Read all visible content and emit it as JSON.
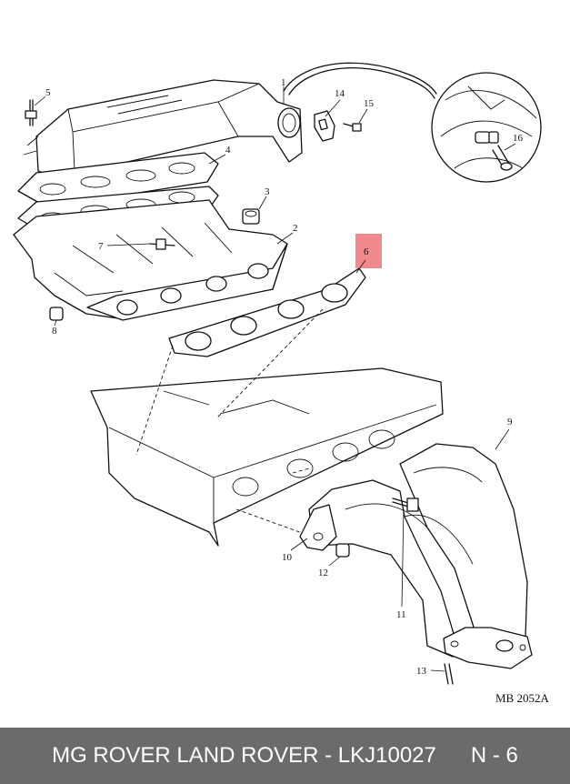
{
  "callouts": [
    {
      "id": "c1",
      "text": "1"
    },
    {
      "id": "c2",
      "text": "2"
    },
    {
      "id": "c3",
      "text": "3"
    },
    {
      "id": "c4",
      "text": "4"
    },
    {
      "id": "c5",
      "text": "5"
    },
    {
      "id": "c6",
      "text": "6"
    },
    {
      "id": "c7",
      "text": "7"
    },
    {
      "id": "c8",
      "text": "8"
    },
    {
      "id": "c9",
      "text": "9"
    },
    {
      "id": "c10",
      "text": "10"
    },
    {
      "id": "c11",
      "text": "11"
    },
    {
      "id": "c12",
      "text": "12"
    },
    {
      "id": "c13",
      "text": "13"
    },
    {
      "id": "c14",
      "text": "14"
    },
    {
      "id": "c15",
      "text": "15"
    },
    {
      "id": "c16",
      "text": "16"
    }
  ],
  "drawing_ref": "MB 2052A",
  "footer": {
    "title": "MG ROVER LAND ROVER - LKJ10027",
    "page": "N - 6"
  },
  "colors": {
    "footer_bg": "#6b6b6b",
    "highlight": "#f08a8f",
    "line": "#111111"
  }
}
